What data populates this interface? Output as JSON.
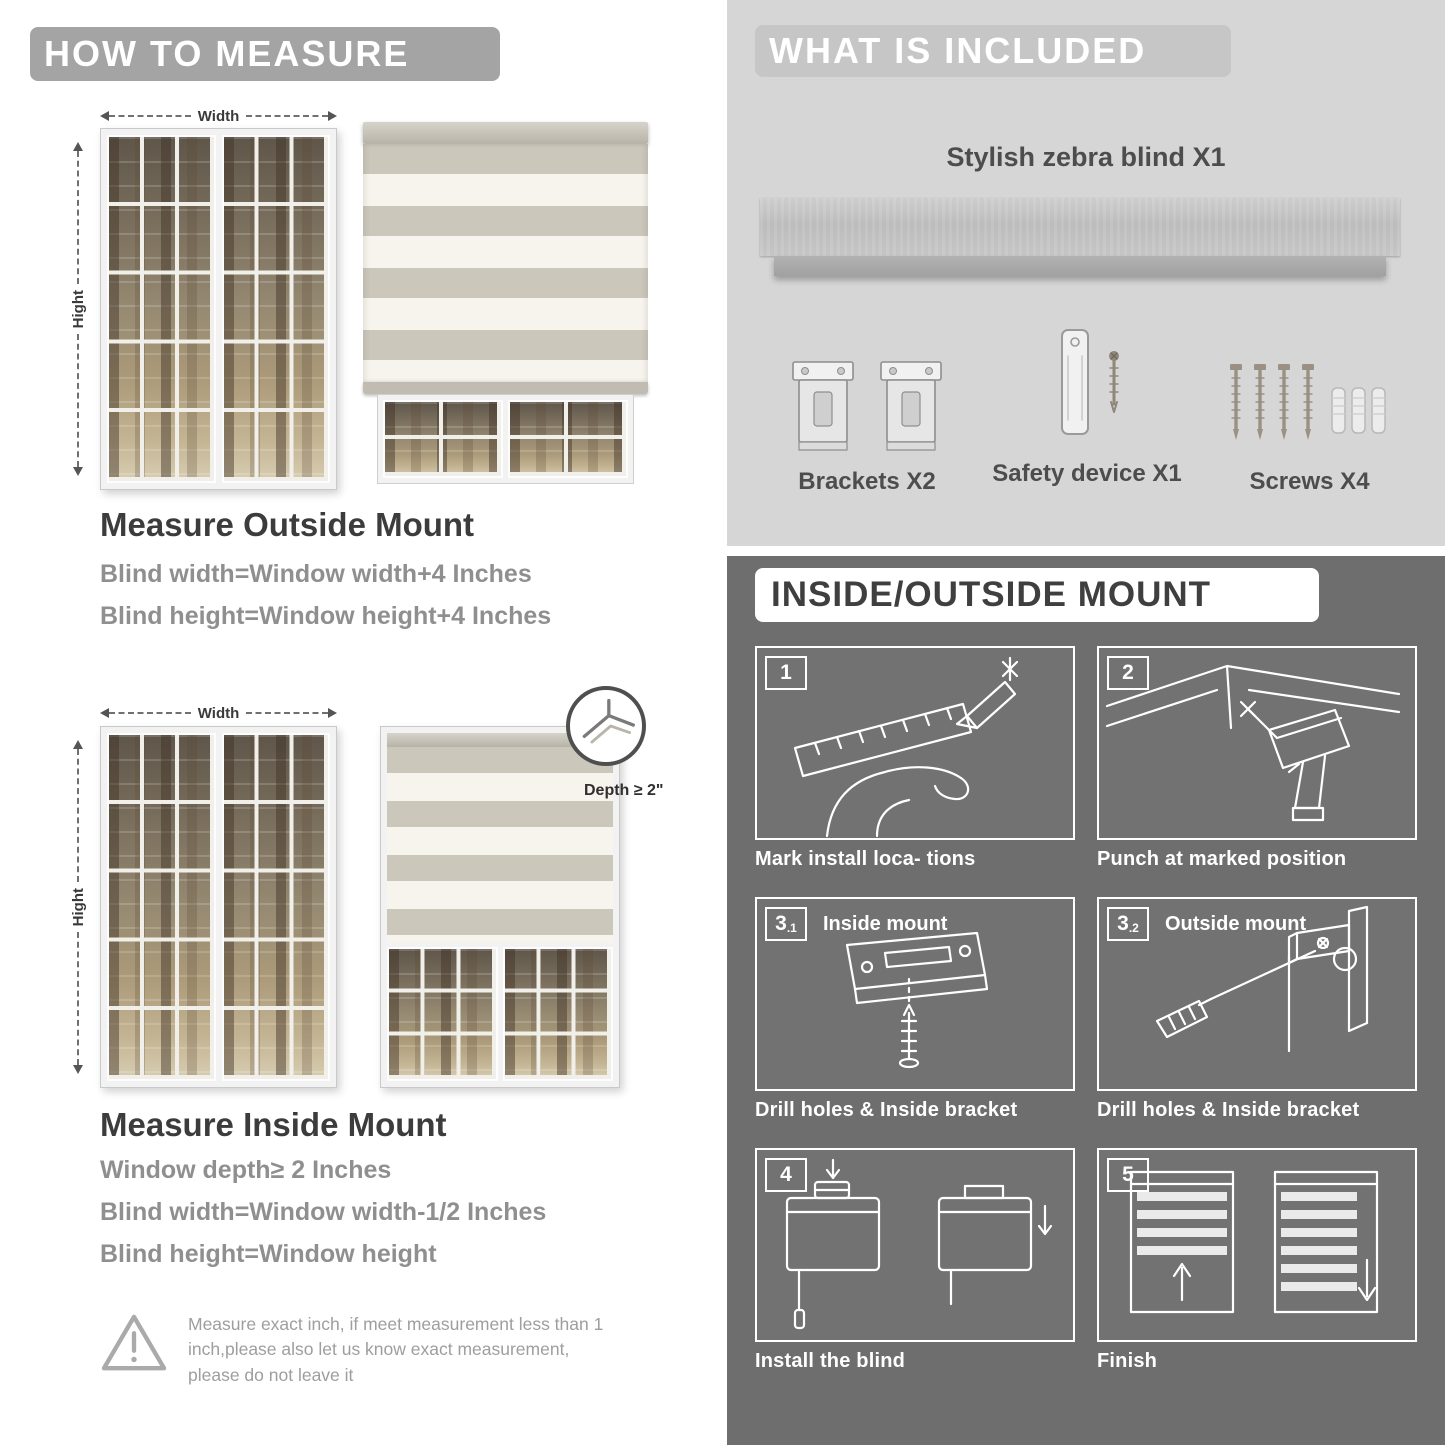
{
  "how_to_measure": {
    "header": "HOW TO MEASURE",
    "width_label": "Width",
    "height_label": "Hight",
    "outside": {
      "title": "Measure Outside Mount",
      "lines": [
        "Blind width=Window width+4 Inches",
        "Blind height=Window height+4 Inches"
      ]
    },
    "inside": {
      "title": "Measure Inside Mount",
      "depth_label": "Depth ≥ 2\"",
      "lines": [
        "Window depth≥ 2 Inches",
        "Blind width=Window width-1/2 Inches",
        "Blind height=Window height"
      ]
    },
    "warning_text": "Measure exact inch, if meet measurement less than 1 inch,please also let us know exact measurement, please do not leave it"
  },
  "included": {
    "header": "WHAT IS INCLUDED",
    "blind_label": "Stylish zebra blind X1",
    "items": [
      {
        "label": "Brackets X2"
      },
      {
        "label": "Safety device X1"
      },
      {
        "label": "Screws X4"
      }
    ]
  },
  "mount_guide": {
    "header": "INSIDE/OUTSIDE MOUNT",
    "steps": [
      {
        "num": "1",
        "sub": "",
        "label": "",
        "caption": "Mark install loca- tions"
      },
      {
        "num": "2",
        "sub": "",
        "label": "",
        "caption": "Punch at  marked position"
      },
      {
        "num": "3",
        "sub": ".1",
        "label": "Inside mount",
        "caption": "Drill holes &  Inside bracket"
      },
      {
        "num": "3",
        "sub": ".2",
        "label": "Outside mount",
        "caption": "Drill holes &  Inside bracket"
      },
      {
        "num": "4",
        "sub": "",
        "label": "",
        "caption": "Install the blind"
      },
      {
        "num": "5",
        "sub": "",
        "label": "",
        "caption": "Finish"
      }
    ]
  },
  "icons": {
    "warning": "warning-triangle",
    "width_measure": "double-arrow-horizontal",
    "height_measure": "double-arrow-vertical",
    "depth_detail": "window-corner-magnifier"
  },
  "colors": {
    "banner_gray": "#a4a4a4",
    "included_bg": "#d6d6d6",
    "mount_bg": "#6e6e6e",
    "stripe_gray": "#ccc7bb",
    "stripe_sheer": "#f6f4ed"
  }
}
